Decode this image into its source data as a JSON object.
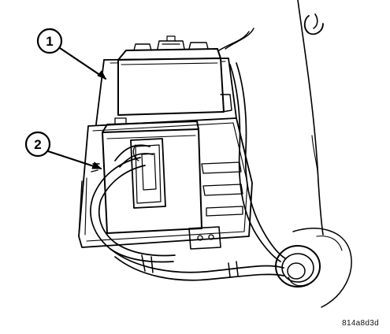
{
  "diagram": {
    "callouts": [
      {
        "id": "1",
        "label": "1"
      },
      {
        "id": "2",
        "label": "2"
      }
    ],
    "reference_code": "814a8d3d"
  }
}
